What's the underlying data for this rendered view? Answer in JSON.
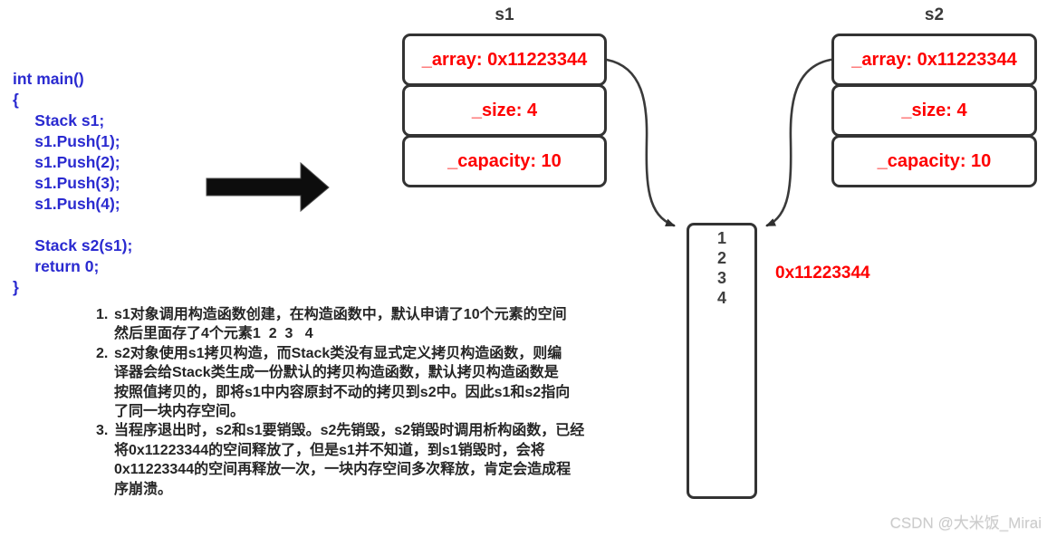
{
  "code": {
    "text": "int main()\n{\n     Stack s1;\n     s1.Push(1);\n     s1.Push(2);\n     s1.Push(3);\n     s1.Push(4);\n\n     Stack s2(s1);\n     return 0;\n}"
  },
  "stacks": {
    "s1": {
      "title": "s1",
      "fields": [
        "_array: 0x11223344",
        "_size: 4",
        "_capacity: 10"
      ]
    },
    "s2": {
      "title": "s2",
      "fields": [
        "_array: 0x11223344",
        "_size: 4",
        "_capacity: 10"
      ]
    }
  },
  "memory": {
    "values": [
      "1",
      "2",
      "3",
      "4"
    ],
    "address_label": "0x11223344"
  },
  "notes": {
    "items": [
      {
        "number": "1.",
        "text": "s1对象调用构造函数创建，在构造函数中，默认申请了10个元素的空间\n然后里面存了4个元素1  2  3   4"
      },
      {
        "number": "2.",
        "text": "s2对象使用s1拷贝构造，而Stack类没有显式定义拷贝构造函数，则编\n译器会给Stack类生成一份默认的拷贝构造函数，默认拷贝构造函数是\n按照值拷贝的，即将s1中内容原封不动的拷贝到s2中。因此s1和s2指向\n了同一块内存空间。"
      },
      {
        "number": "3.",
        "text": "当程序退出时，s2和s1要销毁。s2先销毁，s2销毁时调用析构函数，已经\n将0x11223344的空间释放了，但是s1并不知道，到s1销毁时，会将\n0x11223344的空间再释放一次，一块内存空间多次释放，肯定会造成程\n序崩溃。"
      }
    ]
  },
  "watermark": {
    "text": "CSDN @大米饭_Mirai"
  },
  "colors": {
    "code_blue": "#2a2ad0",
    "field_red": "#fe0000",
    "border_dark": "#333333",
    "arrow_black": "#0d0d0d",
    "watermark_gray": "#cbcbcb"
  }
}
